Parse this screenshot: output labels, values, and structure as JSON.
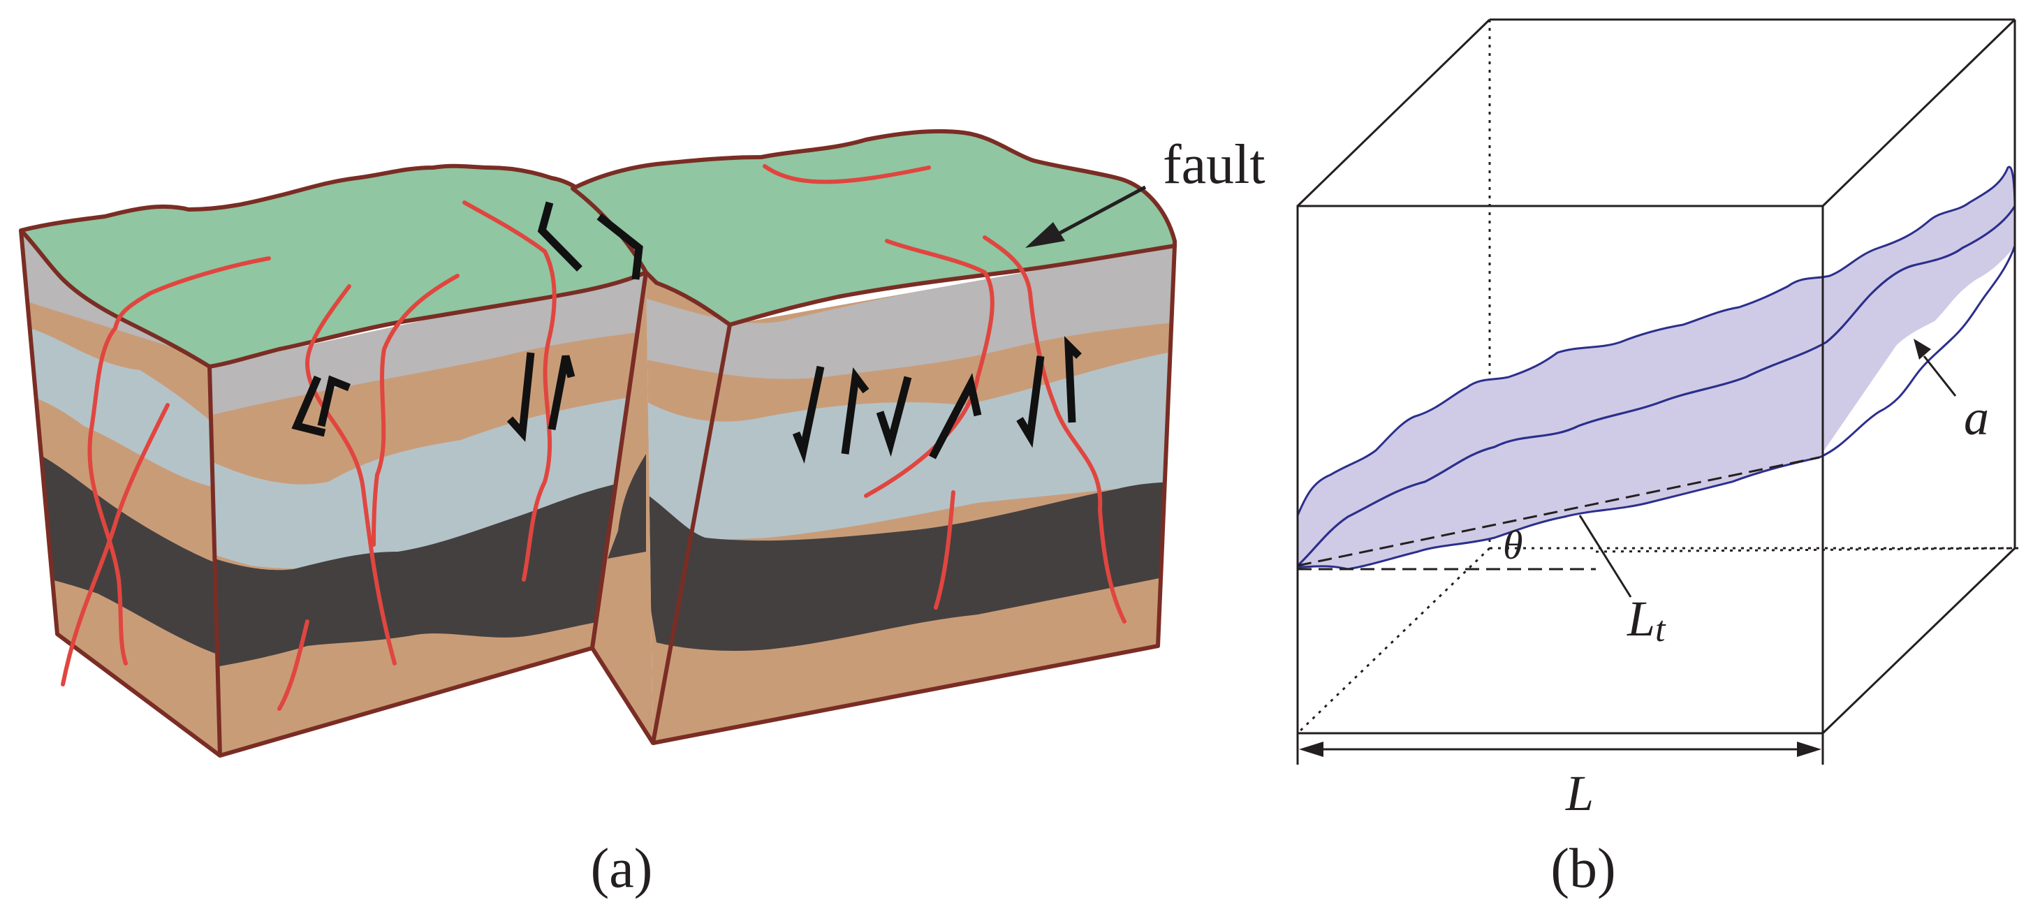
{
  "panel_a": {
    "caption": "(a)",
    "fault_label": "fault"
  },
  "panel_b": {
    "caption": "(b)",
    "label_a": "a",
    "label_theta": "θ",
    "label_Lt_main": "L",
    "label_Lt_sub": "t",
    "label_L": "L"
  },
  "colors": {
    "outline": "#7a2d24",
    "surface_green": "#90c6a2",
    "grey_layer": "#b9b7b7",
    "tan_layer": "#c99c78",
    "blue_grey_layer": "#b4c3c8",
    "dark_layer": "#444040",
    "fracture_red": "#e0463f",
    "fracture_plane": "#cfcbe6",
    "fracture_outline": "#2c2f8c",
    "ink": "#231f20"
  }
}
